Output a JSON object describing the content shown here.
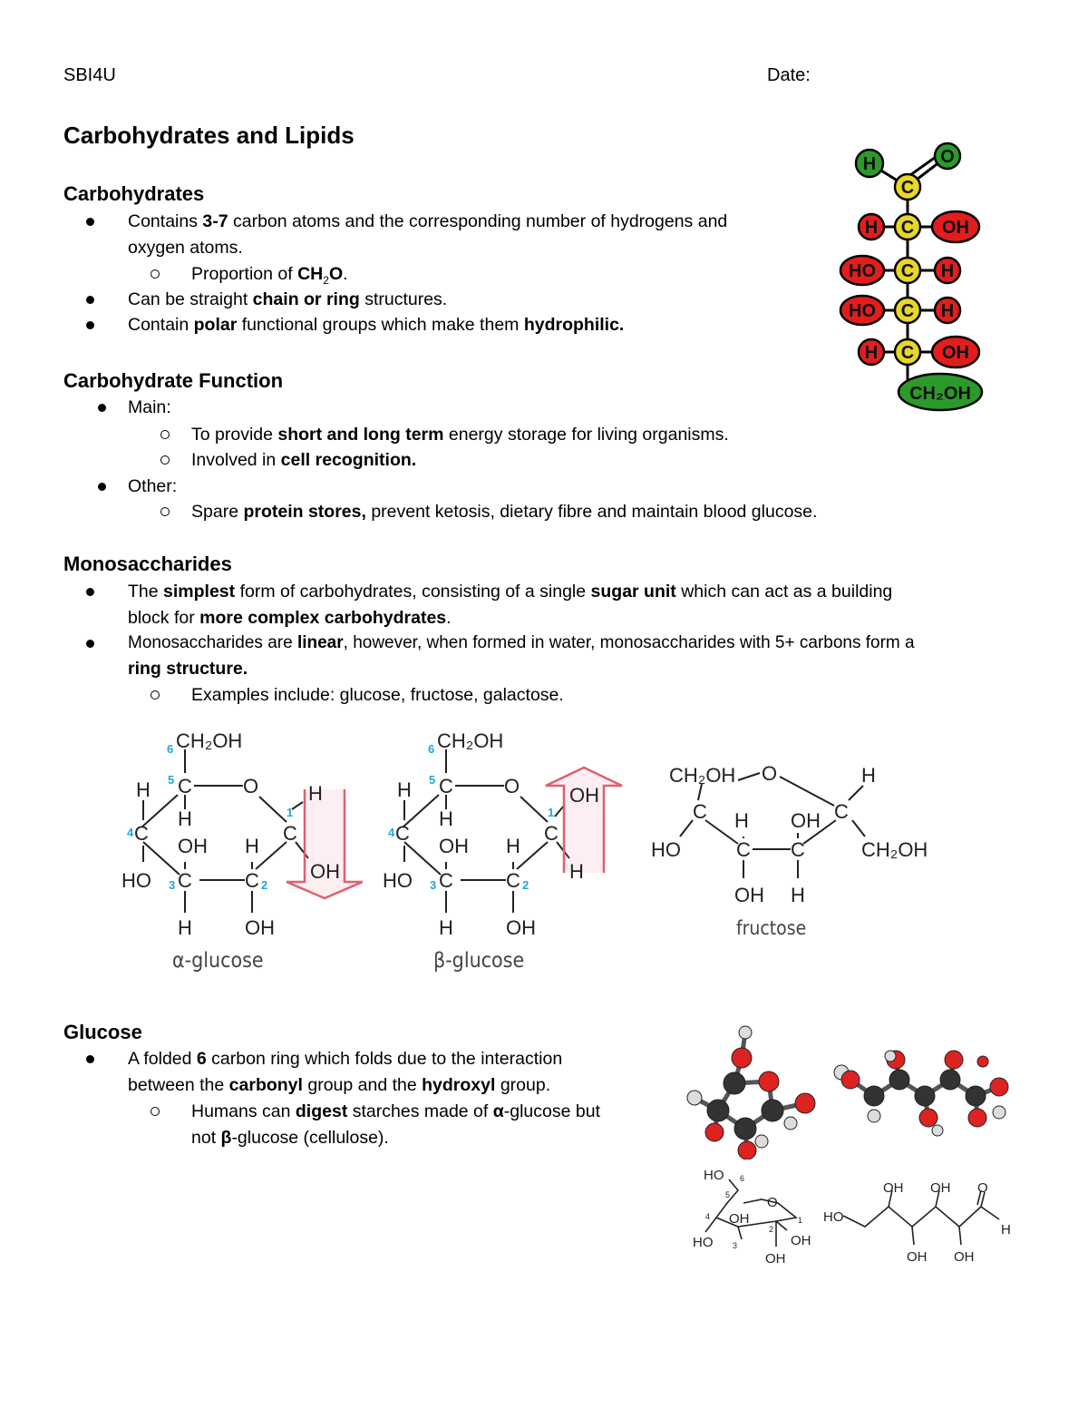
{
  "header": {
    "course": "SBI4U",
    "date_label": "Date:"
  },
  "title": "Carbohydrates and Lipids",
  "sections": {
    "carbohydrates": {
      "heading": "Carbohydrates",
      "b1_a": "Contains ",
      "b1_b": "3-7",
      "b1_c": " carbon atoms and the corresponding number of hydrogens and",
      "b1_d": "oxygen atoms.",
      "b1_sub_a": "Proportion of ",
      "b1_sub_b": "CH",
      "b1_sub_sub": "2",
      "b1_sub_c": "O",
      "b1_sub_d": ".",
      "b2_a": "Can be straight ",
      "b2_b": "chain or ring",
      "b2_c": " structures.",
      "b3_a": "Contain ",
      "b3_b": "polar",
      "b3_c": " functional groups which make them ",
      "b3_d": "hydrophilic."
    },
    "function": {
      "heading": "Carbohydrate Function",
      "main": "Main:",
      "m1_a": "To provide ",
      "m1_b": "short and long term",
      "m1_c": " energy storage for living organisms.",
      "m2_a": "Involved in ",
      "m2_b": "cell recognition.",
      "other": "Other:",
      "o1_a": "Spare ",
      "o1_b": "protein stores,",
      "o1_c": " prevent ketosis, dietary fibre and maintain blood glucose."
    },
    "monosaccharides": {
      "heading": "Monosaccharides",
      "b1_a": "The ",
      "b1_b": "simplest",
      "b1_c": " form of carbohydrates, consisting of a single ",
      "b1_d": "sugar unit",
      "b1_e": " which can act as a building",
      "b1_f": "block for ",
      "b1_g": "more complex carbohydrates",
      "b1_h": ".",
      "b2_a": "Monosaccharides are ",
      "b2_b": "linear",
      "b2_c": ", however, when formed in water, monosaccharides with 5+ carbons form a",
      "b2_d": "ring structure.",
      "ex": "Examples include: glucose, fructose, galactose."
    },
    "glucose": {
      "heading": "Glucose",
      "b1_a": "A folded ",
      "b1_b": "6",
      "b1_c": " carbon ring which folds due to the interaction",
      "b1_d": "between the ",
      "b1_e": "carbonyl",
      "b1_f": " group and the ",
      "b1_g": "hydroxyl",
      "b1_h": " group.",
      "s1_a": "Humans can ",
      "s1_b": "digest",
      "s1_c": " starches made of ",
      "s1_d": "α",
      "s1_e": "-glucose but",
      "s1_f": "not ",
      "s1_g": "β",
      "s1_h": "-glucose (cellulose)."
    }
  },
  "figures": {
    "chain": {
      "H": "H",
      "O": "O",
      "C": "C",
      "OH": "OH",
      "HO": "HO",
      "CH2OH": "CH₂OH"
    },
    "alpha_label": "α-glucose",
    "beta_label": "β-glucose",
    "fructose_label": "fructose",
    "ring_labels": {
      "CH2OH": "CH₂OH",
      "O": "O",
      "H": "H",
      "OH": "OH",
      "HO": "HO",
      "C": "C"
    },
    "numbers": [
      "1",
      "2",
      "3",
      "4",
      "5",
      "6"
    ]
  },
  "colors": {
    "oxygen": "#e31d1d",
    "hydrogen": "#2b9a2b",
    "carbon": "#e8d628",
    "arrow": "#e06070",
    "number": "#1fa8d8"
  }
}
